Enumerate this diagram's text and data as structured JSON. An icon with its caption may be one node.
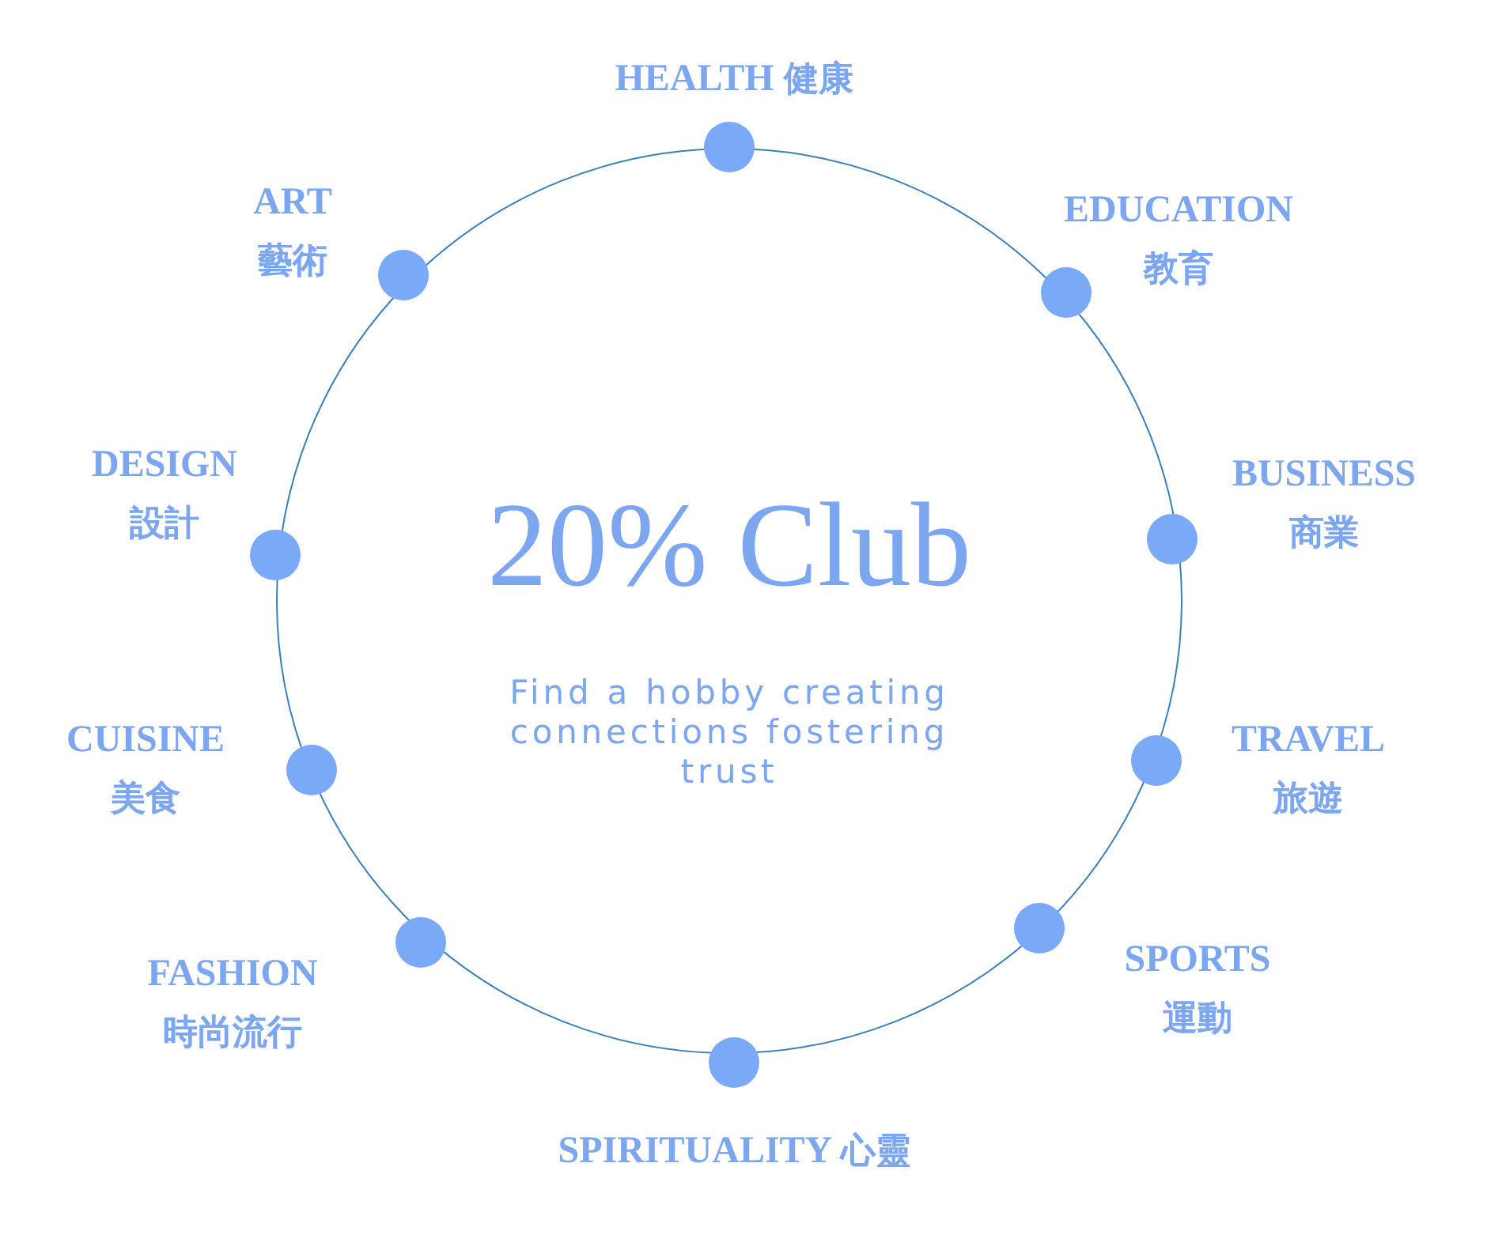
{
  "diagram": {
    "nodes": [
      {
        "text": [
          "20% Club",
          "Find a hobby creating connections fostering trust"
        ]
      },
      {
        "text": [],
        "shape": "circle",
        "beside": [
          "HEALTH",
          "健康"
        ]
      },
      {
        "text": [],
        "shape": "circle",
        "beside": [
          "EDUCATION",
          "教育"
        ]
      },
      {
        "text": [],
        "shape": "circle",
        "beside": [
          "BUSINESS",
          "商業"
        ]
      },
      {
        "text": [],
        "shape": "circle",
        "beside": [
          "TRAVEL",
          "旅遊"
        ]
      },
      {
        "text": [],
        "shape": "circle",
        "beside": [
          "SPORTS",
          "運動"
        ]
      },
      {
        "text": [],
        "shape": "circle",
        "beside": [
          "SPIRITUALITY",
          "心靈"
        ]
      },
      {
        "text": [],
        "shape": "circle",
        "beside": [
          "FASHION",
          "時尚流行"
        ]
      },
      {
        "text": [],
        "shape": "circle",
        "beside": [
          "CUISINE",
          "美食"
        ]
      },
      {
        "text": [],
        "shape": "circle",
        "beside": [
          "DESIGN",
          "設計"
        ]
      },
      {
        "text": [],
        "shape": "circle",
        "beside": [
          "ART",
          "藝術"
        ]
      }
    ]
  }
}
